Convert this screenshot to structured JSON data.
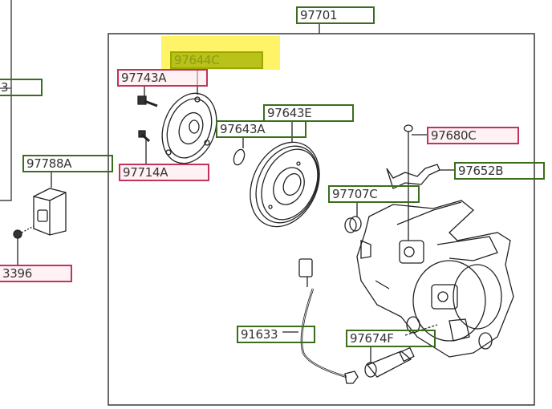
{
  "diagram": {
    "title": "Air conditioner compressor assembly parts diagram",
    "assembly_label": "97701",
    "highlighted_part": "97644C",
    "colors": {
      "green_label": "#3a6e1e",
      "red_label": "#c0335a",
      "highlight": "#fff35a"
    },
    "labels": [
      {
        "id": "97701",
        "text": "97701",
        "style": "green"
      },
      {
        "id": "97644C",
        "text": "97644C",
        "style": "highlight"
      },
      {
        "id": "97743A",
        "text": "97743A",
        "style": "red"
      },
      {
        "id": "97643E",
        "text": "97643E",
        "style": "green"
      },
      {
        "id": "97643A",
        "text": "97643A",
        "style": "green"
      },
      {
        "id": "97680C",
        "text": "97680C",
        "style": "red"
      },
      {
        "id": "97714A",
        "text": "97714A",
        "style": "red"
      },
      {
        "id": "97788A",
        "text": "97788A",
        "style": "green"
      },
      {
        "id": "97652B",
        "text": "97652B",
        "style": "green"
      },
      {
        "id": "97707C",
        "text": "97707C",
        "style": "green"
      },
      {
        "id": "left-partial",
        "text": "3",
        "style": "green"
      },
      {
        "id": "3396",
        "text": "3396",
        "style": "red"
      },
      {
        "id": "91633",
        "text": "91633",
        "style": "green"
      },
      {
        "id": "97674F",
        "text": "97674F",
        "style": "green"
      }
    ]
  }
}
